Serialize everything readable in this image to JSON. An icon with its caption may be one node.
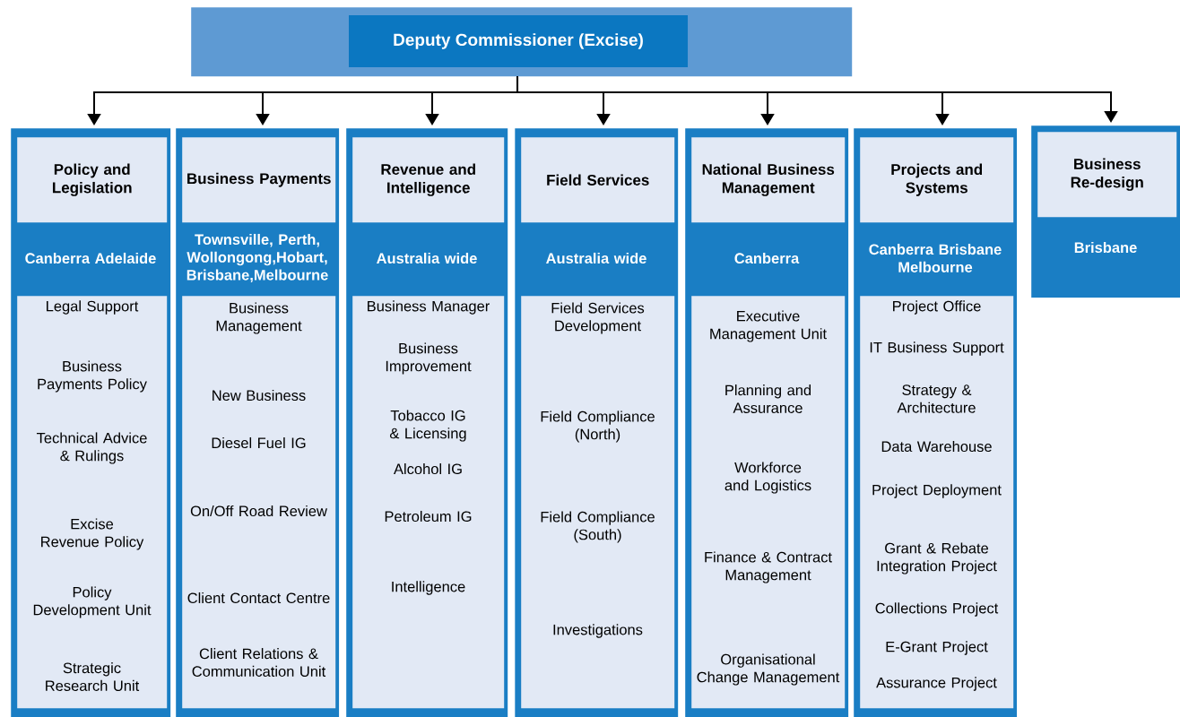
{
  "diagram": {
    "nodes": [
      {
        "text": [
          "Deputy Commissioner (Excise)"
        ]
      },
      {
        "text": [
          "Canberra Adelaide"
        ]
      },
      {
        "text": [
          "Policy and Legislation"
        ],
        "in": 1
      },
      {
        "text": [
          "Legal Support",
          "Business Payments Policy",
          "Technical Advice & Rulings",
          "Excise Revenue Policy",
          "Policy Development Unit",
          "Strategic Research Unit"
        ],
        "in": 1
      },
      {
        "text": [
          "Townsville, Perth, Wollongong,Hobart, Brisbane,Melbourne"
        ]
      },
      {
        "text": [
          "Business Payments"
        ],
        "in": 4
      },
      {
        "text": [
          "Business Management",
          "New Business",
          "Diesel Fuel IG",
          "On/Off Road Review",
          "Client Contact Centre",
          "Client Relations & Communication Unit"
        ],
        "in": 4
      },
      {
        "text": [
          "Australia wide"
        ]
      },
      {
        "text": [
          "Revenue and Intelligence"
        ],
        "in": 7
      },
      {
        "text": [
          "Business Manager",
          "Business Improvement",
          "Tobacco IG & Licensing",
          "Alcohol IG",
          "Petroleum IG",
          "Intelligence"
        ],
        "in": 7
      },
      {
        "text": [
          "Australia wide"
        ]
      },
      {
        "text": [
          "Field Services"
        ],
        "in": 10
      },
      {
        "text": [
          "Field Services Development",
          "Field Compliance (North)",
          "Field Compliance (South)",
          "Investigations"
        ],
        "in": 10
      },
      {
        "text": [
          "Canberra"
        ]
      },
      {
        "text": [
          "National Business Management"
        ],
        "in": 13
      },
      {
        "text": [
          "Executive Management Unit",
          "Planning and Assurance",
          "Workforce and Logistics",
          "Finance & Contract Management",
          "Organisational Change Management"
        ],
        "in": 13
      },
      {
        "text": [
          "Canberra Brisbane Melbourne"
        ]
      },
      {
        "text": [
          "Projects and Systems"
        ],
        "in": 16
      },
      {
        "text": [
          "Project Office",
          "IT Business Support",
          "Strategy & Architecture",
          "Data Warehouse",
          "Project Deployment",
          "Grant & Rebate Integration Project",
          "Collections Project",
          "E-Grant Project",
          "Assurance Project"
        ],
        "in": 16
      },
      {
        "text": [
          "Brisbane"
        ]
      },
      {
        "text": [
          "Business Re-design"
        ],
        "in": 19
      }
    ],
    "edges": [
      {
        "from": 0,
        "to": 1,
        "arrow": "to"
      },
      {
        "from": 0,
        "to": 4,
        "arrow": "to"
      },
      {
        "from": 0,
        "to": 7,
        "arrow": "to"
      },
      {
        "from": 0,
        "to": 10,
        "arrow": "to"
      },
      {
        "from": 0,
        "to": 13,
        "arrow": "to"
      },
      {
        "from": 0,
        "to": 16,
        "arrow": "to"
      },
      {
        "from": 0,
        "to": 19,
        "arrow": "to"
      }
    ]
  }
}
